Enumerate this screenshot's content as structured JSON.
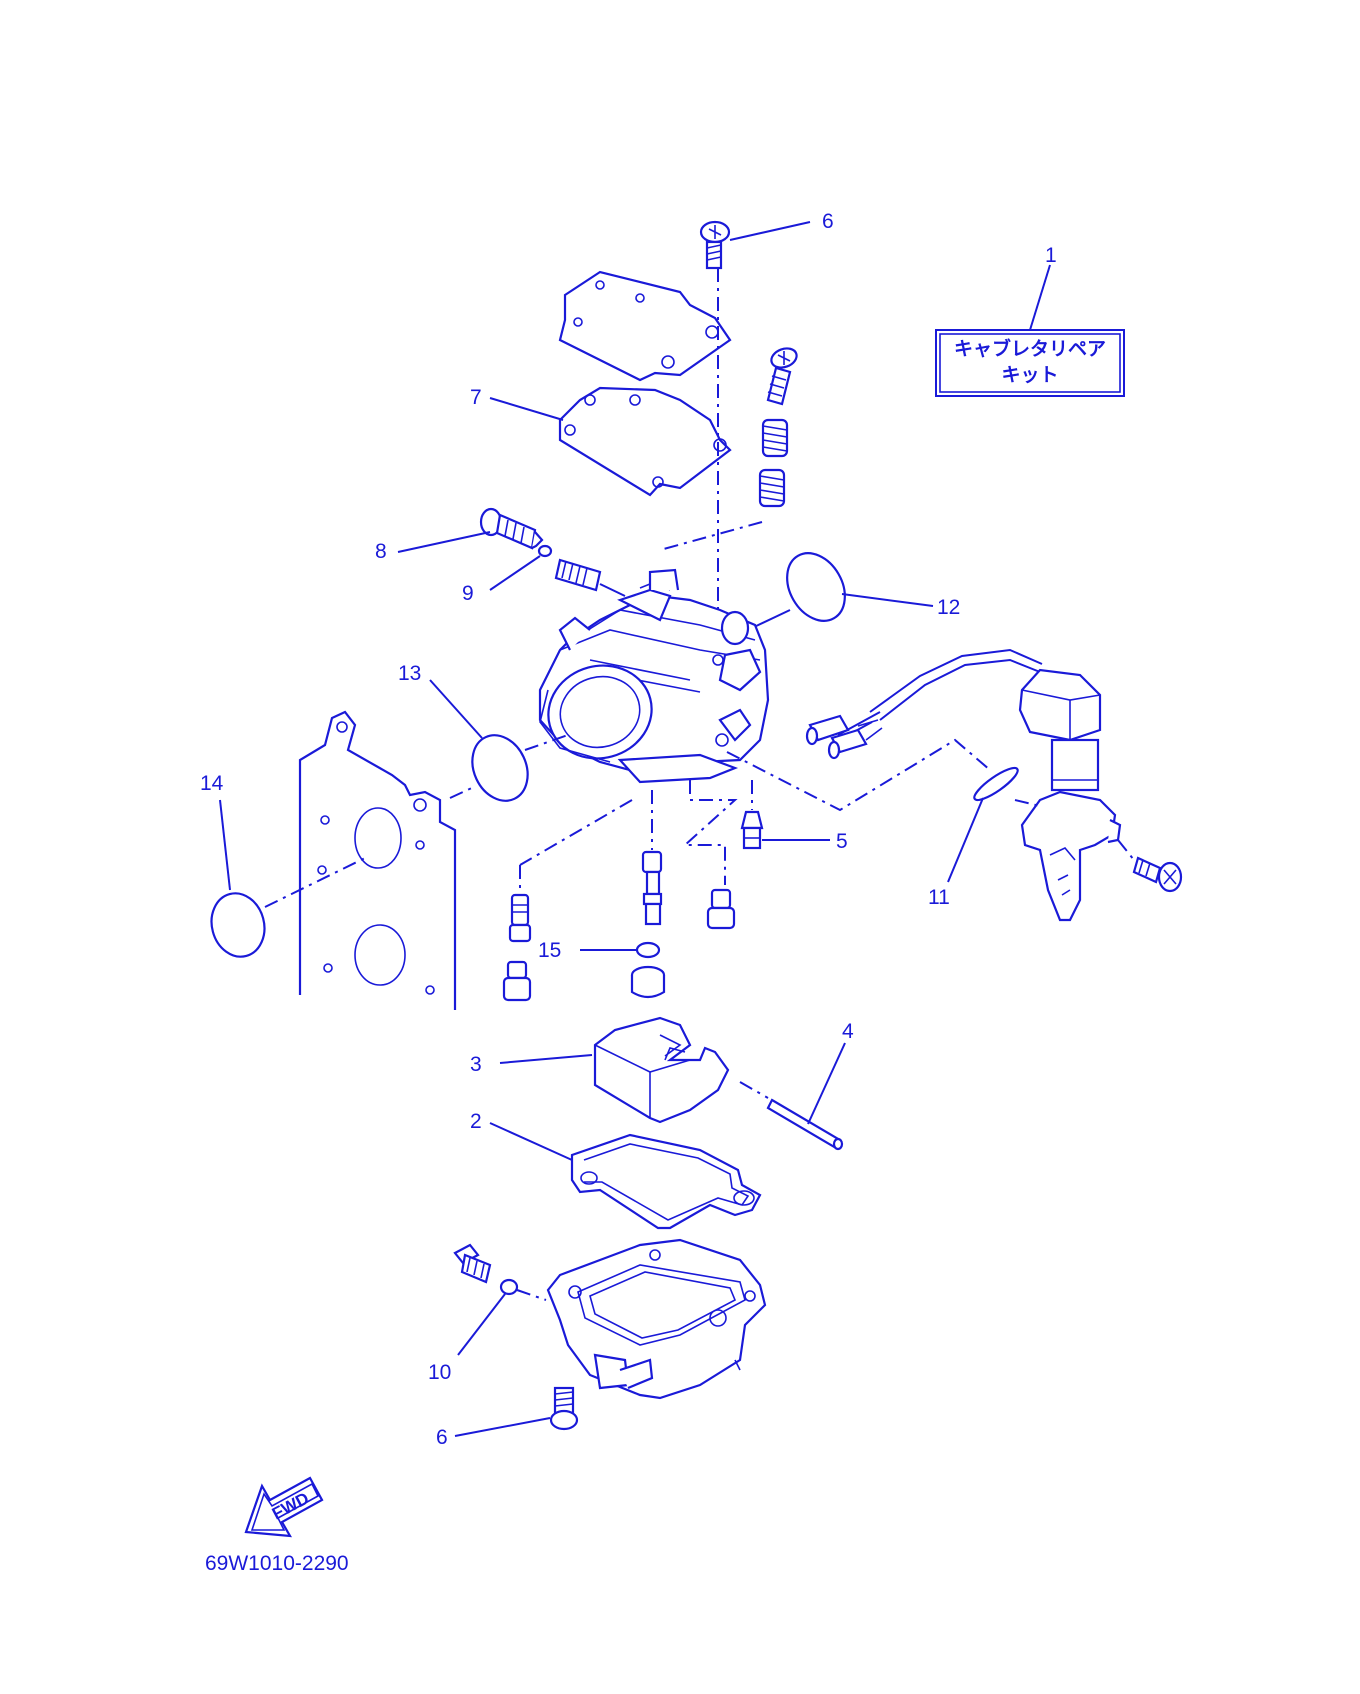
{
  "diagram": {
    "part_number_code": "69W1010-2290",
    "fwd_label": "FWD",
    "kit_box": {
      "line1": "キャブレタリペア",
      "line2": "キット"
    },
    "callouts": {
      "c1": "1",
      "c2": "2",
      "c3": "3",
      "c4": "4",
      "c5": "5",
      "c6_top": "6",
      "c6_bottom": "6",
      "c7": "7",
      "c8": "8",
      "c9": "9",
      "c10": "10",
      "c11": "11",
      "c12": "12",
      "c13": "13",
      "c14": "14",
      "c15": "15"
    },
    "colors": {
      "line": "#1a1ad8",
      "background": "#ffffff"
    }
  }
}
